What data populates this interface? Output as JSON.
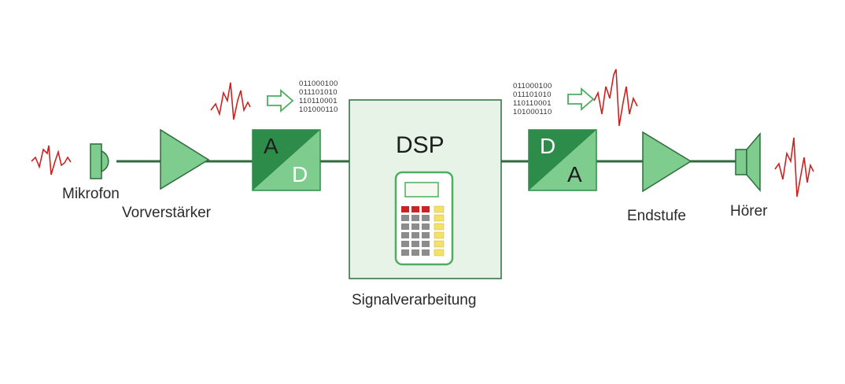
{
  "labels": {
    "mikrofon": "Mikrofon",
    "vorverstaerker": "Vorverstärker",
    "signalverarbeitung": "Signalverarbeitung",
    "endstufe": "Endstufe",
    "hoerer": "Hörer",
    "dsp": "DSP"
  },
  "adc": {
    "top": "A",
    "bottom": "D"
  },
  "dac": {
    "top": "D",
    "bottom": "A"
  },
  "binary_in": [
    "011000100",
    "011101010",
    "110110001",
    "101000110"
  ],
  "binary_out": [
    "011000100",
    "011101010",
    "110110001",
    "101000110"
  ],
  "colors": {
    "green_light": "#7fcc8f",
    "green_dark": "#2e8c4a",
    "green_panel": "#e6f3e6",
    "line": "#2f6b3d",
    "wave": "#cc2222"
  },
  "icons": [
    "microphone-icon",
    "amplifier-icon",
    "calculator-icon",
    "speaker-icon",
    "arrow-icon",
    "waveform-icon"
  ]
}
